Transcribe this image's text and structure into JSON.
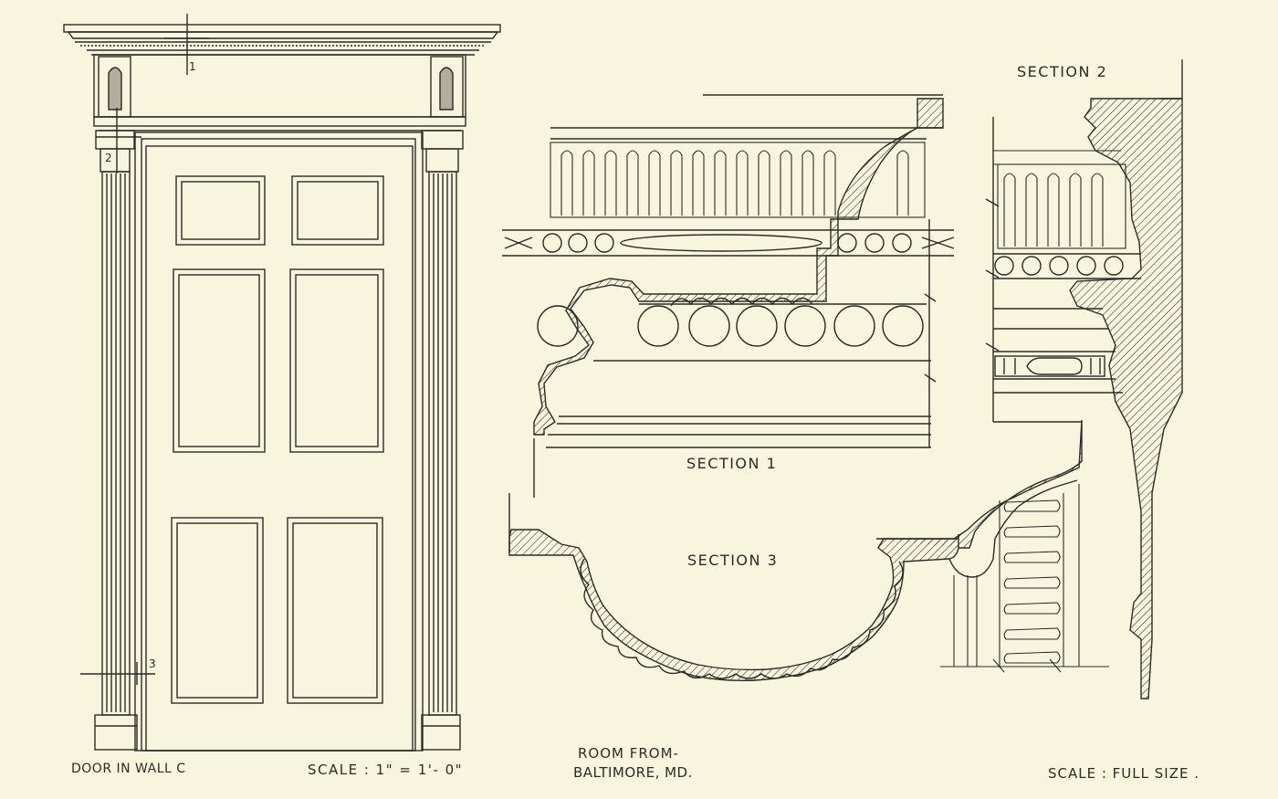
{
  "labels": {
    "door_caption": "DOOR IN WALL C",
    "door_scale": "SCALE : 1\" = 1'- 0\"",
    "room_line1": "ROOM FROM-",
    "room_line2": "BALTIMORE, MD.",
    "full_scale": "SCALE : FULL SIZE .",
    "section_1": "SECTION 1",
    "section_2": "SECTION 2",
    "section_3": "SECTION 3"
  },
  "markers": {
    "m1": "1",
    "m2": "2",
    "m3": "3"
  },
  "colors": {
    "paper": "#f8f5df",
    "ink": "#2d2b26"
  }
}
